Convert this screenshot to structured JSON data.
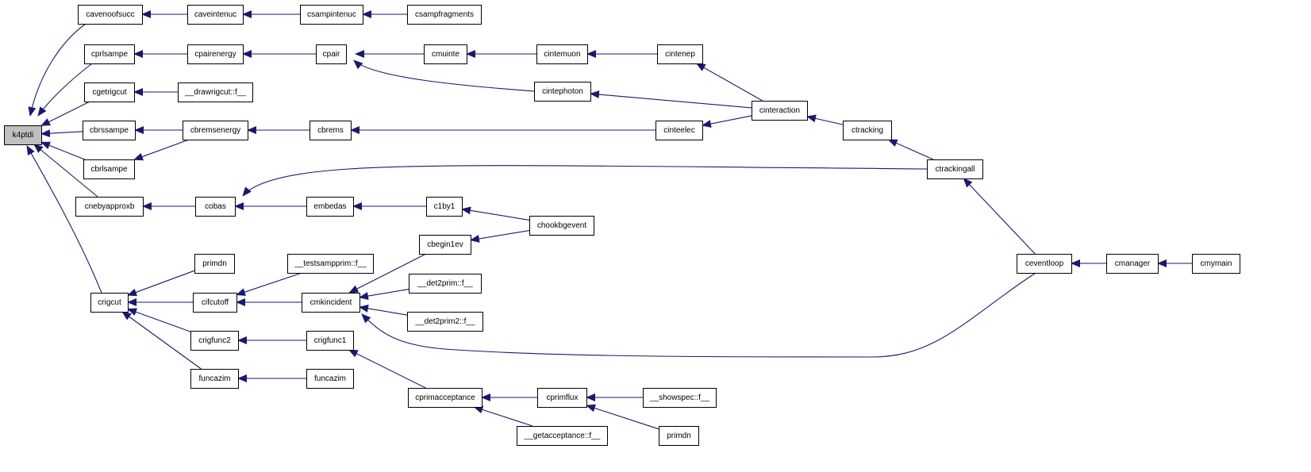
{
  "graph": {
    "colors": {
      "edge": "#191970",
      "root_fill": "#bfbfbf",
      "node_fill": "#ffffff",
      "node_border": "#000000"
    },
    "nodes": [
      {
        "id": "k4ptdi",
        "label": "k4ptdi",
        "root": true
      },
      {
        "id": "cavenoofsucc",
        "label": "cavenoofsucc"
      },
      {
        "id": "caveintenuc",
        "label": "caveintenuc"
      },
      {
        "id": "csampintenuc",
        "label": "csampintenuc"
      },
      {
        "id": "csampfragments",
        "label": "csampfragments"
      },
      {
        "id": "cprlsampe",
        "label": "cprlsampe"
      },
      {
        "id": "cpairenergy",
        "label": "cpairenergy"
      },
      {
        "id": "cpair",
        "label": "cpair"
      },
      {
        "id": "cmuinte",
        "label": "cmuinte"
      },
      {
        "id": "cintemuon",
        "label": "cintemuon"
      },
      {
        "id": "cintenep",
        "label": "cintenep"
      },
      {
        "id": "cintephoton",
        "label": "cintephoton"
      },
      {
        "id": "cinteraction",
        "label": "cinteraction"
      },
      {
        "id": "cgetrigcut",
        "label": "cgetrigcut"
      },
      {
        "id": "drawrigcut",
        "label": "__drawrigcut::f__"
      },
      {
        "id": "cbrssampe",
        "label": "cbrssampe"
      },
      {
        "id": "cbremsenergy",
        "label": "cbremsenergy"
      },
      {
        "id": "cbrems",
        "label": "cbrems"
      },
      {
        "id": "cinteelec",
        "label": "cinteelec"
      },
      {
        "id": "ctracking",
        "label": "ctracking"
      },
      {
        "id": "cbrlsampe",
        "label": "cbrlsampe"
      },
      {
        "id": "ctrackingall",
        "label": "ctrackingall"
      },
      {
        "id": "cnebyapproxb",
        "label": "cnebyapproxb"
      },
      {
        "id": "cobas",
        "label": "cobas"
      },
      {
        "id": "embedas",
        "label": "embedas"
      },
      {
        "id": "c1by1",
        "label": "c1by1"
      },
      {
        "id": "chookbgevent",
        "label": "chookbgevent"
      },
      {
        "id": "cbegin1ev",
        "label": "cbegin1ev"
      },
      {
        "id": "ceventloop",
        "label": "ceventloop"
      },
      {
        "id": "cmanager",
        "label": "cmanager"
      },
      {
        "id": "cmymain",
        "label": "cmymain"
      },
      {
        "id": "primdn1",
        "label": "primdn"
      },
      {
        "id": "testsampprim",
        "label": "__testsampprim::f__"
      },
      {
        "id": "crigcut",
        "label": "crigcut"
      },
      {
        "id": "cifcutoff",
        "label": "cifcutoff"
      },
      {
        "id": "cmkincident",
        "label": "cmkincident"
      },
      {
        "id": "det2prim",
        "label": "__det2prim::f__"
      },
      {
        "id": "det2prim2",
        "label": "__det2prim2::f__"
      },
      {
        "id": "crigfunc2",
        "label": "crigfunc2"
      },
      {
        "id": "crigfunc1",
        "label": "crigfunc1"
      },
      {
        "id": "funcazim1",
        "label": "funcazim"
      },
      {
        "id": "funcazim2",
        "label": "funcazim"
      },
      {
        "id": "cprimacceptance",
        "label": "cprimacceptance"
      },
      {
        "id": "cprimflux",
        "label": "cprimflux"
      },
      {
        "id": "showspec",
        "label": "__showspec::f__"
      },
      {
        "id": "getacceptance",
        "label": "__getacceptance::f__"
      },
      {
        "id": "primdn2",
        "label": "primdn"
      }
    ],
    "edges": [
      [
        "cavenoofsucc",
        "k4ptdi"
      ],
      [
        "caveintenuc",
        "cavenoofsucc"
      ],
      [
        "csampintenuc",
        "caveintenuc"
      ],
      [
        "csampfragments",
        "csampintenuc"
      ],
      [
        "cprlsampe",
        "k4ptdi"
      ],
      [
        "cpairenergy",
        "cprlsampe"
      ],
      [
        "cpair",
        "cpairenergy"
      ],
      [
        "cmuinte",
        "cpair"
      ],
      [
        "cintephoton",
        "cpair"
      ],
      [
        "cintemuon",
        "cmuinte"
      ],
      [
        "cintenep",
        "cintemuon"
      ],
      [
        "cinteraction",
        "cintenep"
      ],
      [
        "cinteraction",
        "cintephoton"
      ],
      [
        "cinteraction",
        "cinteelec"
      ],
      [
        "ctracking",
        "cinteraction"
      ],
      [
        "ctrackingall",
        "ctracking"
      ],
      [
        "ceventloop",
        "ctrackingall"
      ],
      [
        "cmanager",
        "ceventloop"
      ],
      [
        "cmymain",
        "cmanager"
      ],
      [
        "cgetrigcut",
        "k4ptdi"
      ],
      [
        "drawrigcut",
        "cgetrigcut"
      ],
      [
        "cbrssampe",
        "k4ptdi"
      ],
      [
        "cbremsenergy",
        "cbrssampe"
      ],
      [
        "cbremsenergy",
        "cbrlsampe"
      ],
      [
        "cbrems",
        "cbremsenergy"
      ],
      [
        "cinteelec",
        "cbrems"
      ],
      [
        "cbrlsampe",
        "k4ptdi"
      ],
      [
        "cnebyapproxb",
        "k4ptdi"
      ],
      [
        "cobas",
        "cnebyapproxb"
      ],
      [
        "ctrackingall",
        "cobas"
      ],
      [
        "embedas",
        "cobas"
      ],
      [
        "c1by1",
        "embedas"
      ],
      [
        "chookbgevent",
        "c1by1"
      ],
      [
        "chookbgevent",
        "cbegin1ev"
      ],
      [
        "cbegin1ev",
        "cmkincident"
      ],
      [
        "crigcut",
        "k4ptdi"
      ],
      [
        "primdn1",
        "crigcut"
      ],
      [
        "cifcutoff",
        "crigcut"
      ],
      [
        "crigfunc2",
        "crigcut"
      ],
      [
        "funcazim1",
        "crigcut"
      ],
      [
        "testsampprim",
        "cifcutoff"
      ],
      [
        "cmkincident",
        "cifcutoff"
      ],
      [
        "det2prim",
        "cmkincident"
      ],
      [
        "det2prim2",
        "cmkincident"
      ],
      [
        "ceventloop",
        "cmkincident"
      ],
      [
        "crigfunc1",
        "crigfunc2"
      ],
      [
        "funcazim2",
        "funcazim1"
      ],
      [
        "cprimacceptance",
        "crigfunc1"
      ],
      [
        "cprimflux",
        "cprimacceptance"
      ],
      [
        "getacceptance",
        "cprimacceptance"
      ],
      [
        "showspec",
        "cprimflux"
      ],
      [
        "primdn2",
        "cprimflux"
      ]
    ]
  }
}
